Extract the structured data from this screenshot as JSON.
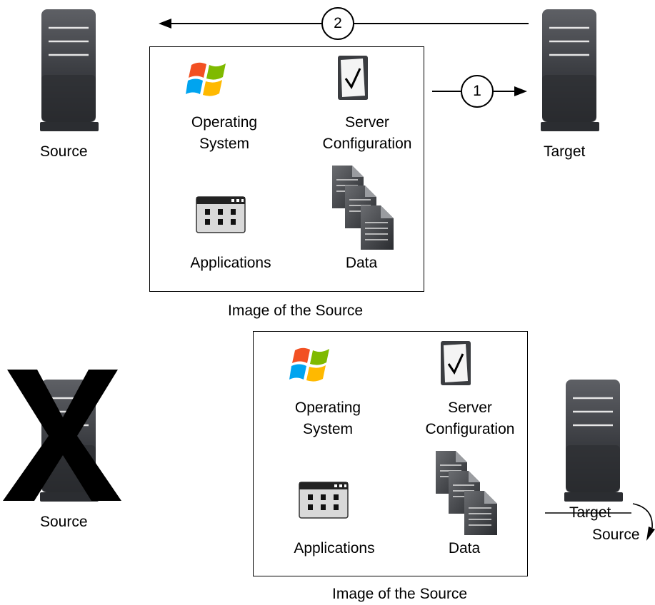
{
  "top": {
    "source_label": "Source",
    "target_label": "Target",
    "step1": "1",
    "step2": "2",
    "image_caption": "Image of the Source",
    "image": {
      "os_line1": "Operating",
      "os_line2": "System",
      "config_line1": "Server",
      "config_line2": "Configuration",
      "apps_label": "Applications",
      "data_label": "Data"
    }
  },
  "bottom": {
    "source_label": "Source",
    "target_label": "Target",
    "new_source_label": "Source",
    "image_caption": "Image of the Source",
    "image": {
      "os_line1": "Operating",
      "os_line2": "System",
      "config_line1": "Server",
      "config_line2": "Configuration",
      "apps_label": "Applications",
      "data_label": "Data"
    }
  },
  "colors": {
    "server_dark": "#2b2d31",
    "server_light": "#5a5c61",
    "server_lines": "#e6e6e6",
    "windows_red": "#f25022",
    "windows_green": "#7fba00",
    "windows_blue": "#00a4ef",
    "windows_yellow": "#ffb900"
  }
}
